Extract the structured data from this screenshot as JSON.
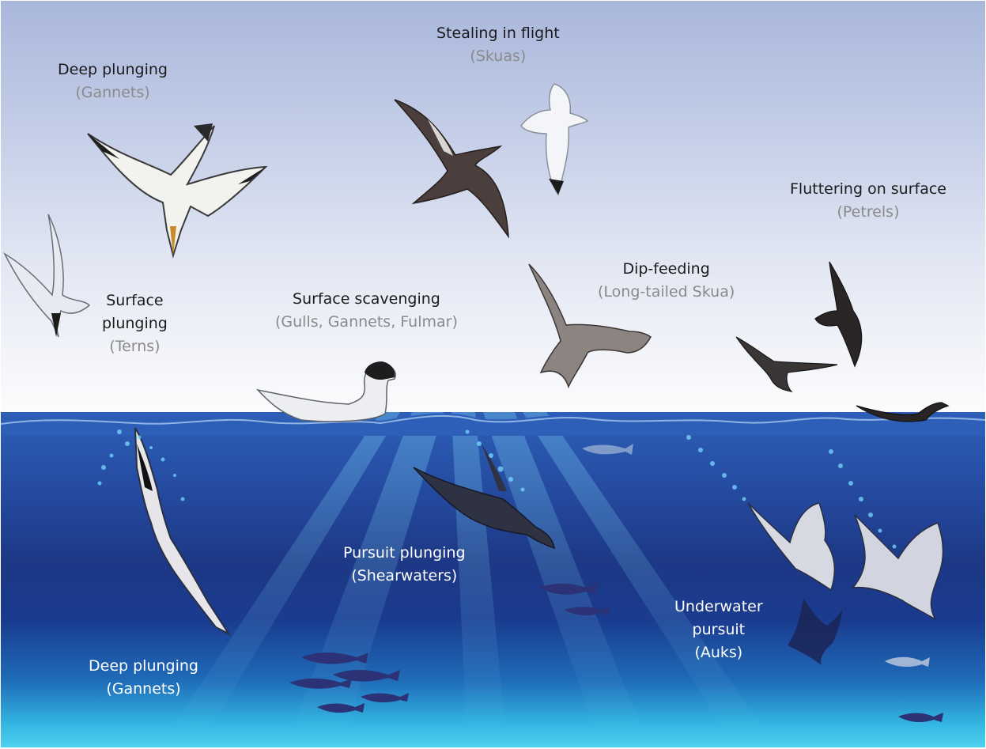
{
  "labels": {
    "deep_plunging_air": {
      "title": "Deep plunging",
      "group": "(Gannets)"
    },
    "stealing_in_flight": {
      "title": "Stealing in flight",
      "group": "(Skuas)"
    },
    "fluttering_on_surface": {
      "title": "Fluttering on surface",
      "group": "(Petrels)"
    },
    "surface_plunging": {
      "title_line1": "Surface",
      "title_line2": "plunging",
      "group": "(Terns)"
    },
    "surface_scavenging": {
      "title": "Surface scavenging",
      "group": "(Gulls, Gannets, Fulmar)"
    },
    "dip_feeding": {
      "title": "Dip-feeding",
      "group": "(Long-tailed Skua)"
    },
    "pursuit_plunging": {
      "title": "Pursuit plunging",
      "group": "(Shearwaters)"
    },
    "underwater_pursuit": {
      "line1": "Underwater",
      "line2": "pursuit",
      "group": "(Auks)"
    },
    "deep_plunging_underwater": {
      "title": "Deep plunging",
      "group": "(Gannets)"
    }
  },
  "colors": {
    "sky_top": "#a9b7db",
    "sky_bottom": "#fbfbfd",
    "sea_surface": "#2d5fb8",
    "sea_deep": "#1d3885",
    "sea_bottom": "#4fd1ef",
    "label_dark": "#1b1b1b",
    "label_gray": "#8a8a8a",
    "label_light": "#ffffff"
  }
}
